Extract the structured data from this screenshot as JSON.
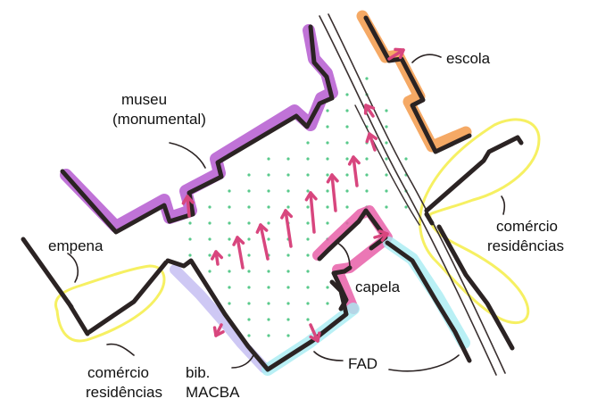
{
  "labels": {
    "escola": "escola",
    "museu_line1": "museu",
    "museu_line2": "(monumental)",
    "empena": "empena",
    "capela": "capela",
    "comercio_right_line1": "comércio",
    "comercio_right_line2": "residências",
    "comercio_left_line1": "comércio",
    "comercio_left_line2": "residências",
    "bib_line1": "bib.",
    "bib_line2": "MACBA",
    "fad": "FAD"
  },
  "colors": {
    "building_outline": "#2b2323",
    "museu": "#b55ad0",
    "escola": "#f39a4a",
    "capela": "#e85fa8",
    "fad": "#a8ecf2",
    "macba": "#b9b0f0",
    "comercio": "#f6ef5a",
    "arrows": "#d8467e",
    "plaza_dots": "#59c98b",
    "street_lines": "#3a3030"
  }
}
